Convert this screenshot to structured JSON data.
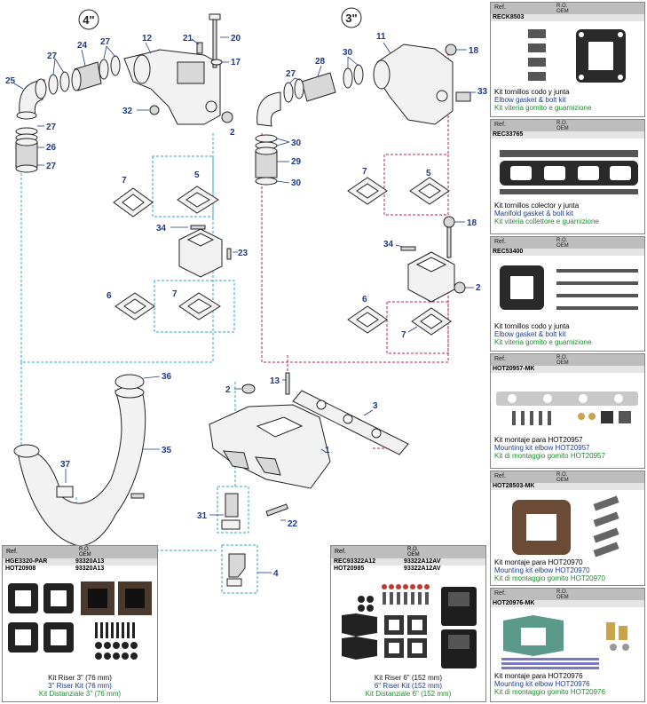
{
  "diagram": {
    "left_size": "4\"",
    "right_size": "3\"",
    "callouts": {
      "c1": "1",
      "c2": "2",
      "c3": "3",
      "c4": "4",
      "c5": "5",
      "c6": "6",
      "c7": "7",
      "c11": "11",
      "c12": "12",
      "c13": "13",
      "c17": "17",
      "c18": "18",
      "c20": "20",
      "c21": "21",
      "c22": "22",
      "c23": "23",
      "c24": "24",
      "c25": "25",
      "c26": "26",
      "c27": "27",
      "c28": "28",
      "c29": "29",
      "c30": "30",
      "c31": "31",
      "c32": "32",
      "c33": "33",
      "c34": "34",
      "c35": "35",
      "c36": "36",
      "c37": "37"
    }
  },
  "table_header": {
    "ref": "Ref.",
    "ro": "R.O.",
    "oem": "OEM"
  },
  "kits": [
    {
      "ref": "RECK8503",
      "es": "Kit tornillos codo y junta",
      "en": "Elbow gasket & bolt kit",
      "it": "Kit viteria gomito e guarnizione"
    },
    {
      "ref": "REC33765",
      "es": "Kit tornillos colector y junta",
      "en": "Manifold gasket & bolt kit",
      "it": "Kit viteria collettore e guarnizione"
    },
    {
      "ref": "REC53400",
      "es": "Kit tornillos codo y junta",
      "en": "Elbow gasket & bolt kit",
      "it": "Kit viteria gomito e guarnizione"
    },
    {
      "ref": "HOT20957-MK",
      "es": "Kit montaje para HOT20957",
      "en": "Mounting kit elbow HOT20957",
      "it": "Kit di montaggio gomito HOT20957"
    },
    {
      "ref": "HOT28503-MK",
      "es": "Kit montaje para HOT20970",
      "en": "Mounting kit elbow HOT20970",
      "it": "Kit di montaggio gomito HOT20970"
    },
    {
      "ref": "HOT20976-MK",
      "es": "Kit montaje para HOT20976",
      "en": "Mounting kit elbow HOT20976",
      "it": "Kit di montaggio gomito HOT20976"
    }
  ],
  "riser3": {
    "rows": [
      {
        "ref": "HGE3320-PAR",
        "oem": "93320A13"
      },
      {
        "ref": "HOT20908",
        "oem": "93320A13"
      }
    ],
    "es": "Kit Riser 3\" (76 mm)",
    "en": "3\" Riser Kit (76 mm)",
    "it": "Kit Distanziale 3\" (76 mm)"
  },
  "riser6": {
    "rows": [
      {
        "ref": "REC93322A12",
        "oem": "93322A12AV"
      },
      {
        "ref": "HOT20985",
        "oem": "93322A12AV"
      }
    ],
    "es": "Kit Riser 6\" (152 mm)",
    "en": "6\" Riser Kit (152 mm)",
    "it": "Kit Distanziale 6\" (152 mm)"
  },
  "colors": {
    "callout": "#1f3a8a",
    "dash_blue": "#2aa6c9",
    "dash_magenta": "#c2185b",
    "text_green": "#1d8a2e"
  }
}
